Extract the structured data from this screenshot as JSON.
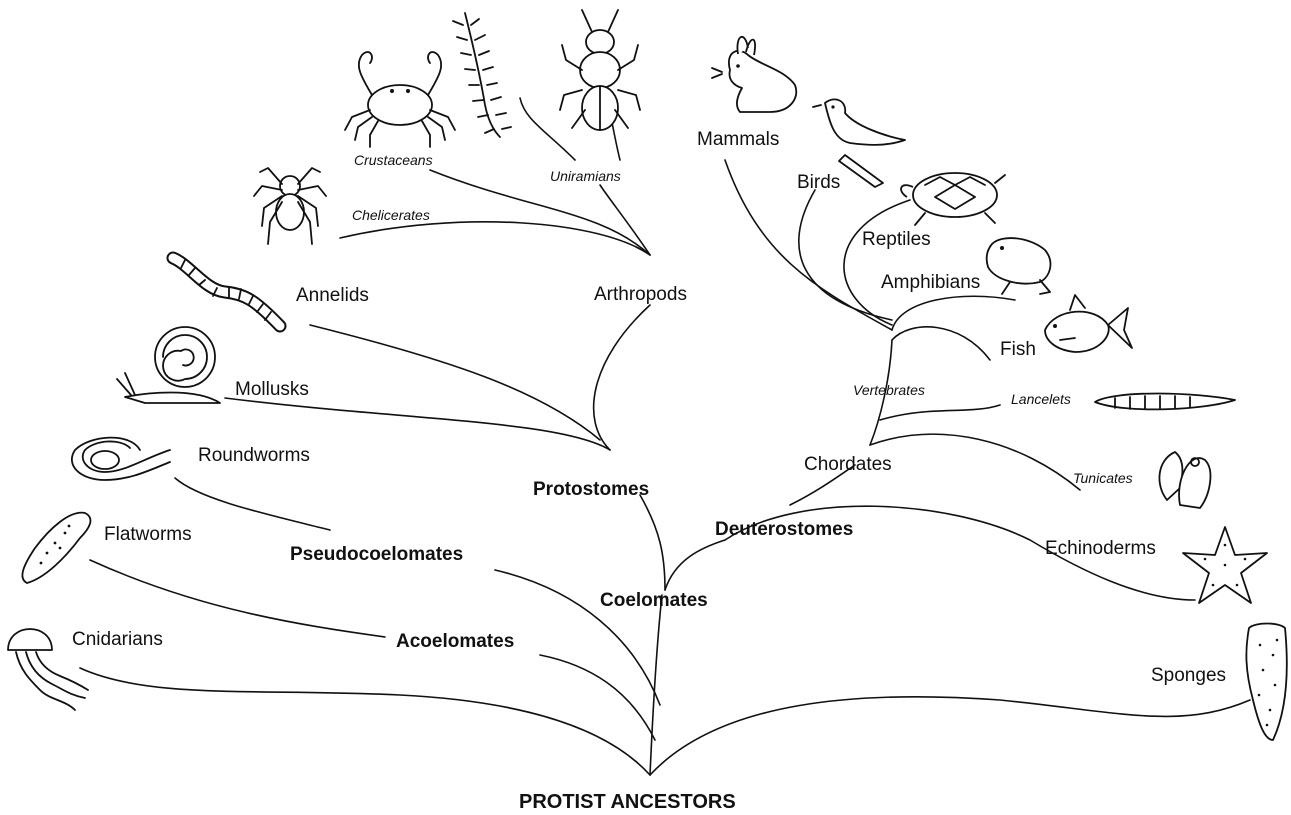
{
  "root": "PROTIST ANCESTORS",
  "clades": {
    "coelomates": "Coelomates",
    "protostomes": "Protostomes",
    "deuterostomes": "Deuterostomes",
    "pseudocoelomates": "Pseudocoelomates",
    "acoelomates": "Acoelomates"
  },
  "groups": {
    "arthropods": "Arthropods",
    "annelids": "Annelids",
    "mollusks": "Mollusks",
    "roundworms": "Roundworms",
    "flatworms": "Flatworms",
    "cnidarians": "Cnidarians",
    "sponges": "Sponges",
    "chordates": "Chordates",
    "echinoderms": "Echinoderms",
    "mammals": "Mammals",
    "birds": "Birds",
    "reptiles": "Reptiles",
    "amphibians": "Amphibians",
    "fish": "Fish"
  },
  "subgroups": {
    "crustaceans": "Crustaceans",
    "uniramians": "Uniramians",
    "chelicerates": "Chelicerates",
    "vertebrates": "Vertebrates",
    "lancelets": "Lancelets",
    "tunicates": "Tunicates"
  },
  "illustrations": [
    "crab",
    "centipede",
    "beetle",
    "spider",
    "earthworm",
    "snail",
    "roundworm",
    "flatworm",
    "jellyfish",
    "sponge",
    "rabbit",
    "bird",
    "turtle",
    "frog",
    "fish",
    "lancelet",
    "tunicate",
    "starfish"
  ]
}
